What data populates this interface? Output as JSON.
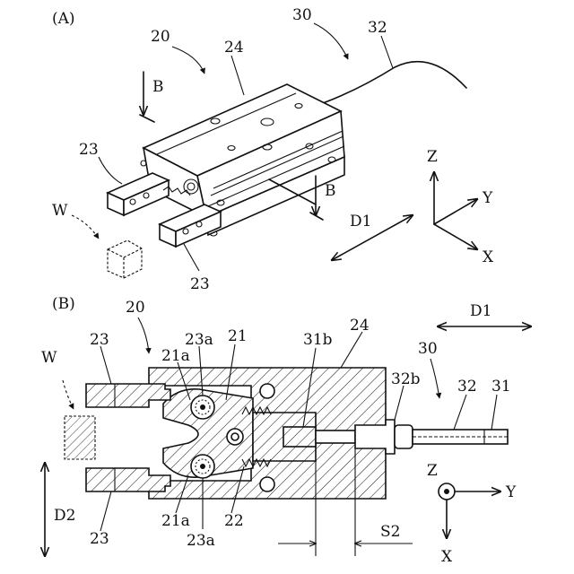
{
  "panel_a": {
    "title": "(A)",
    "labels": {
      "gripper_device": "20",
      "cable_assembly": "30",
      "cable": "32",
      "housing": "24",
      "finger_upper": "23",
      "finger_lower": "23",
      "workpiece": "W",
      "section_mark_left": "B",
      "section_mark_right": "B",
      "direction": "D1",
      "axis_z": "Z",
      "axis_y": "Y",
      "axis_x": "X"
    }
  },
  "panel_b": {
    "title": "(B)",
    "labels": {
      "gripper_device": "20",
      "housing": "24",
      "cable_assembly": "30",
      "finger_upper": "23",
      "finger_lower": "23",
      "workpiece": "W",
      "roller_holder_upper": "21a",
      "roller_upper": "23a",
      "lever": "21",
      "core_end": "31b",
      "sheath_end": "32b",
      "sheath": "32",
      "core_wire": "31",
      "roller_holder_lower": "21a",
      "spring": "22",
      "roller_lower": "23a",
      "direction_d1": "D1",
      "direction_d2": "D2",
      "stroke": "S2",
      "axis_z": "Z",
      "axis_y": "Y",
      "axis_x": "X"
    }
  }
}
